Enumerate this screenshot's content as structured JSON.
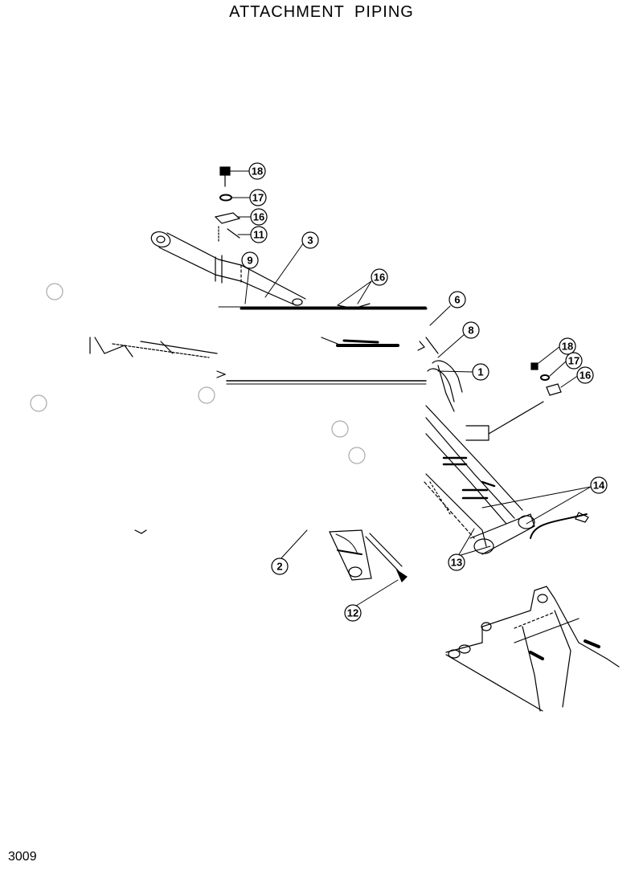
{
  "title": "ATTACHMENT  PIPING",
  "page_number": "3009",
  "callouts": [
    {
      "id": "c18a",
      "label": "18"
    },
    {
      "id": "c17a",
      "label": "17"
    },
    {
      "id": "c16a",
      "label": "16"
    },
    {
      "id": "c11",
      "label": "11"
    },
    {
      "id": "c3",
      "label": "3"
    },
    {
      "id": "c9",
      "label": "9"
    },
    {
      "id": "c16b",
      "label": "16"
    },
    {
      "id": "c6",
      "label": "6"
    },
    {
      "id": "c8",
      "label": "8"
    },
    {
      "id": "c1",
      "label": "1"
    },
    {
      "id": "c18b",
      "label": "18"
    },
    {
      "id": "c17b",
      "label": "17"
    },
    {
      "id": "c16c",
      "label": "16"
    },
    {
      "id": "c14",
      "label": "14"
    },
    {
      "id": "c13",
      "label": "13"
    },
    {
      "id": "c2",
      "label": "2"
    },
    {
      "id": "c12",
      "label": "12"
    }
  ]
}
